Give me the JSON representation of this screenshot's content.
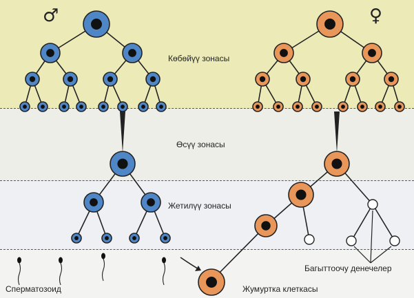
{
  "symbols": {
    "male": "♂",
    "female": "♀"
  },
  "zones": {
    "reproduction": "Көбөйүү зонасы",
    "growth": "Өсүү зонасы",
    "maturation": "Жетилүү зонасы"
  },
  "labels": {
    "sperm": "Сперматозоид",
    "egg": "Жумуртка клеткасы",
    "polar_bodies": "Багыттоочу денечелер"
  },
  "colors": {
    "male_cell": "#4f86c6",
    "female_cell": "#e8965a",
    "nucleus": "#111111",
    "line": "#222222"
  }
}
